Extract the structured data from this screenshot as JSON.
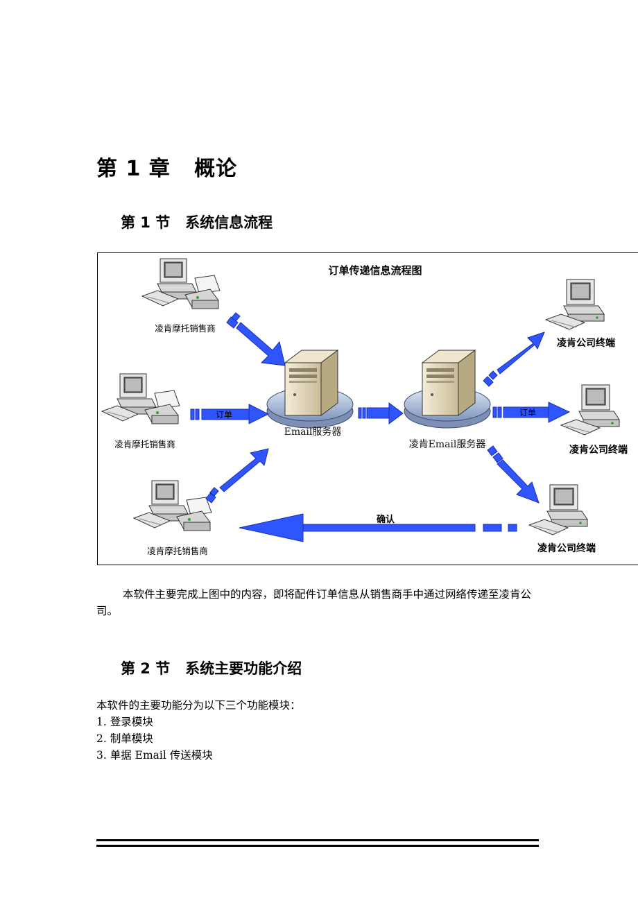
{
  "chapter": {
    "title": "第 1 章   概论"
  },
  "section1": {
    "title": "第 1 节   系统信息流程"
  },
  "diagram": {
    "title": "订单传递信息流程图",
    "dealer_label": "凌肯摩托销售商",
    "server_label": "Email服务器",
    "company_server_label": "凌肯Email服务器",
    "terminal_label": "凌肯公司终端",
    "order_label": "订单",
    "confirm_label": "确认",
    "arrow_color": "#2f55ff",
    "arrow_stroke": "#1a2fb0",
    "icons": [
      "computer-printer-icon",
      "server-icon",
      "computer-icon"
    ]
  },
  "intro_paragraph": "本软件主要完成上图中的内容，即将配件订单信息从销售商手中通过网络传递至凌肯公司。",
  "section2": {
    "title": "第 2 节   系统主要功能介绍"
  },
  "modules_intro": "本软件的主要功能分为以下三个功能模块：",
  "modules": [
    "1.  登录模块",
    "2.  制单模块",
    "3.  单据 Email 传送模块"
  ]
}
